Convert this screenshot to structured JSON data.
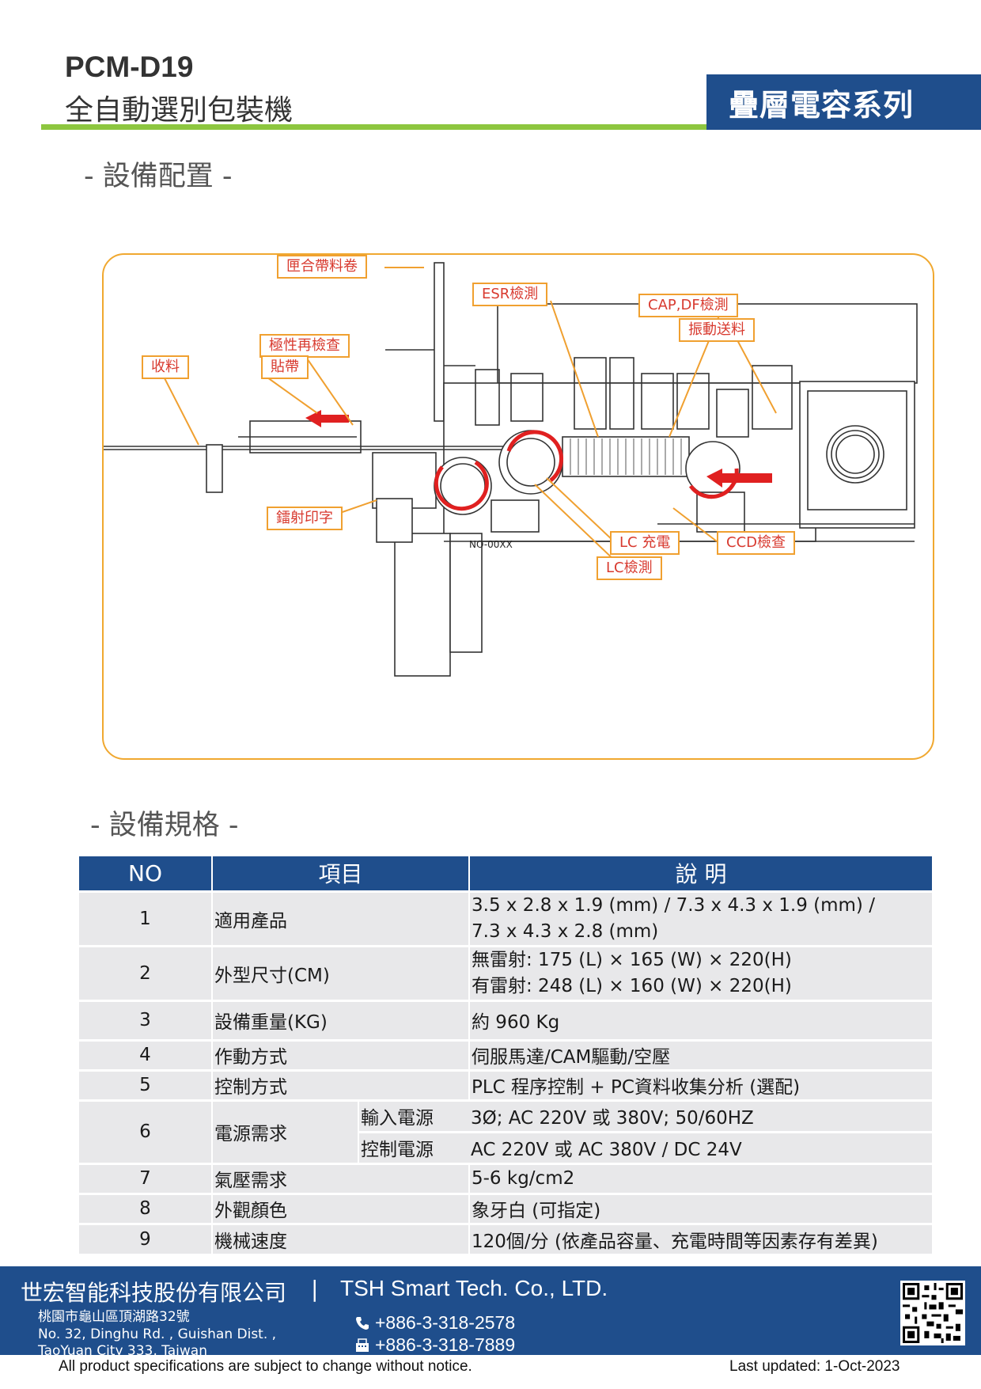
{
  "header": {
    "model": "PCM-D19",
    "product_name": "全自動選別包裝機",
    "series": "疊層電容系列"
  },
  "sections": {
    "layout_title": "- 設備配置 -",
    "spec_title": "- 設備規格 -"
  },
  "diagram": {
    "callouts": {
      "box_tape_reel": "匣合帶料卷",
      "esr": "ESR檢測",
      "cap_df": "CAP,DF檢測",
      "vibration_feed": "振動送料",
      "polarity_recheck": "極性再檢查",
      "take_up": "收料",
      "taping": "貼帶",
      "laser_marking": "鐳射印字",
      "lc_charge": "LC 充電",
      "lc_test": "LC檢測",
      "ccd": "CCD檢查"
    },
    "machine_label": "NO-00XX",
    "colors": {
      "callout_border": "#f0a030",
      "callout_text": "#d83a2f",
      "arrow": "#e02020",
      "frame": "#f0a830"
    }
  },
  "spec_table": {
    "headers": {
      "no": "NO",
      "item": "項目",
      "desc": "說 明"
    },
    "rows": [
      {
        "no": "1",
        "item": "適用產品",
        "desc": [
          "3.5 x 2.8 x 1.9 (mm) /  7.3 x 4.3 x 1.9 (mm) /",
          "7.3 x 4.3 x 2.8 (mm)"
        ]
      },
      {
        "no": "2",
        "item": "外型尺寸(CM)",
        "desc": [
          "無雷射:  175 (L) × 165 (W) × 220(H)",
          "有雷射:  248 (L) × 160 (W) × 220(H)"
        ]
      },
      {
        "no": "3",
        "item": "設備重量(KG)",
        "desc": [
          "約 960 Kg"
        ]
      },
      {
        "no": "4",
        "item": "作動方式",
        "desc": [
          "伺服馬達/CAM驅動/空壓"
        ]
      },
      {
        "no": "5",
        "item": "控制方式",
        "desc": [
          "PLC 程序控制 + PC資料收集分析 (選配)"
        ]
      },
      {
        "no": "6",
        "item": "電源需求",
        "sub": [
          {
            "label": "輸入電源",
            "desc": "3Ø;  AC 220V 或 380V;  50/60HZ"
          },
          {
            "label": "控制電源",
            "desc": "AC 220V 或 AC 380V / DC 24V"
          }
        ]
      },
      {
        "no": "7",
        "item": "氣壓需求",
        "desc": [
          "5-6 kg/cm2"
        ]
      },
      {
        "no": "8",
        "item": "外觀顏色",
        "desc": [
          "象牙白 (可指定)"
        ]
      },
      {
        "no": "9",
        "item": "機械速度",
        "desc": [
          "120個/分 (依產品容量、充電時間等因素存有差異)"
        ]
      }
    ]
  },
  "footer": {
    "company_zh": "世宏智能科技股份有限公司",
    "divider": "|",
    "company_en": "TSH Smart Tech. Co., LTD.",
    "address_zh": "桃園市龜山區頂湖路32號",
    "address_en_1": "No. 32, Dinghu Rd. , Guishan Dist. ,",
    "address_en_2": "TaoYuan City 333, Taiwan",
    "phone": "+886-3-318-2578",
    "fax": "+886-3-318-7889",
    "phone_icon": "phone-icon",
    "fax_icon": "fax-icon",
    "qr_icon": "qr-code-icon",
    "notice": "All product specifications are subject to change without notice.",
    "updated": "Last updated: 1-Oct-2023",
    "color": "#1f4e8c"
  }
}
